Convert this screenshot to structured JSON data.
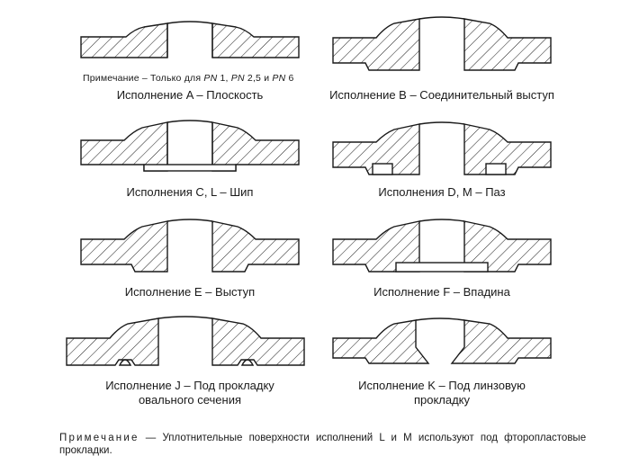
{
  "note_top": {
    "prefix": "Примечание – Только для ",
    "pn1": "PN",
    "v1": " 1, ",
    "pn2": "PN",
    "v2": " 2,5 и ",
    "pn3": "PN",
    "v3": " 6"
  },
  "captions": {
    "a": "Исполнение A – Плоскость",
    "b": "Исполнение B – Соединительный выступ",
    "c": "Исполнения C, L – Шип",
    "d": "Исполнения D, M – Паз",
    "e": "Исполнение E – Выступ",
    "f": "Исполнение F – Впадина",
    "j_line1": "Исполнение J – Под прокладку",
    "j_line2": "овального сечения",
    "k_line1": "Исполнение K – Под линзовую",
    "k_line2": "прокладку"
  },
  "footnote": {
    "label": "Примечание",
    "text": " — Уплотнительные поверхности исполнений L и M используют под фторопластовые прокладки."
  },
  "colors": {
    "ink": "#1a1a1a",
    "paper": "#ffffff"
  }
}
